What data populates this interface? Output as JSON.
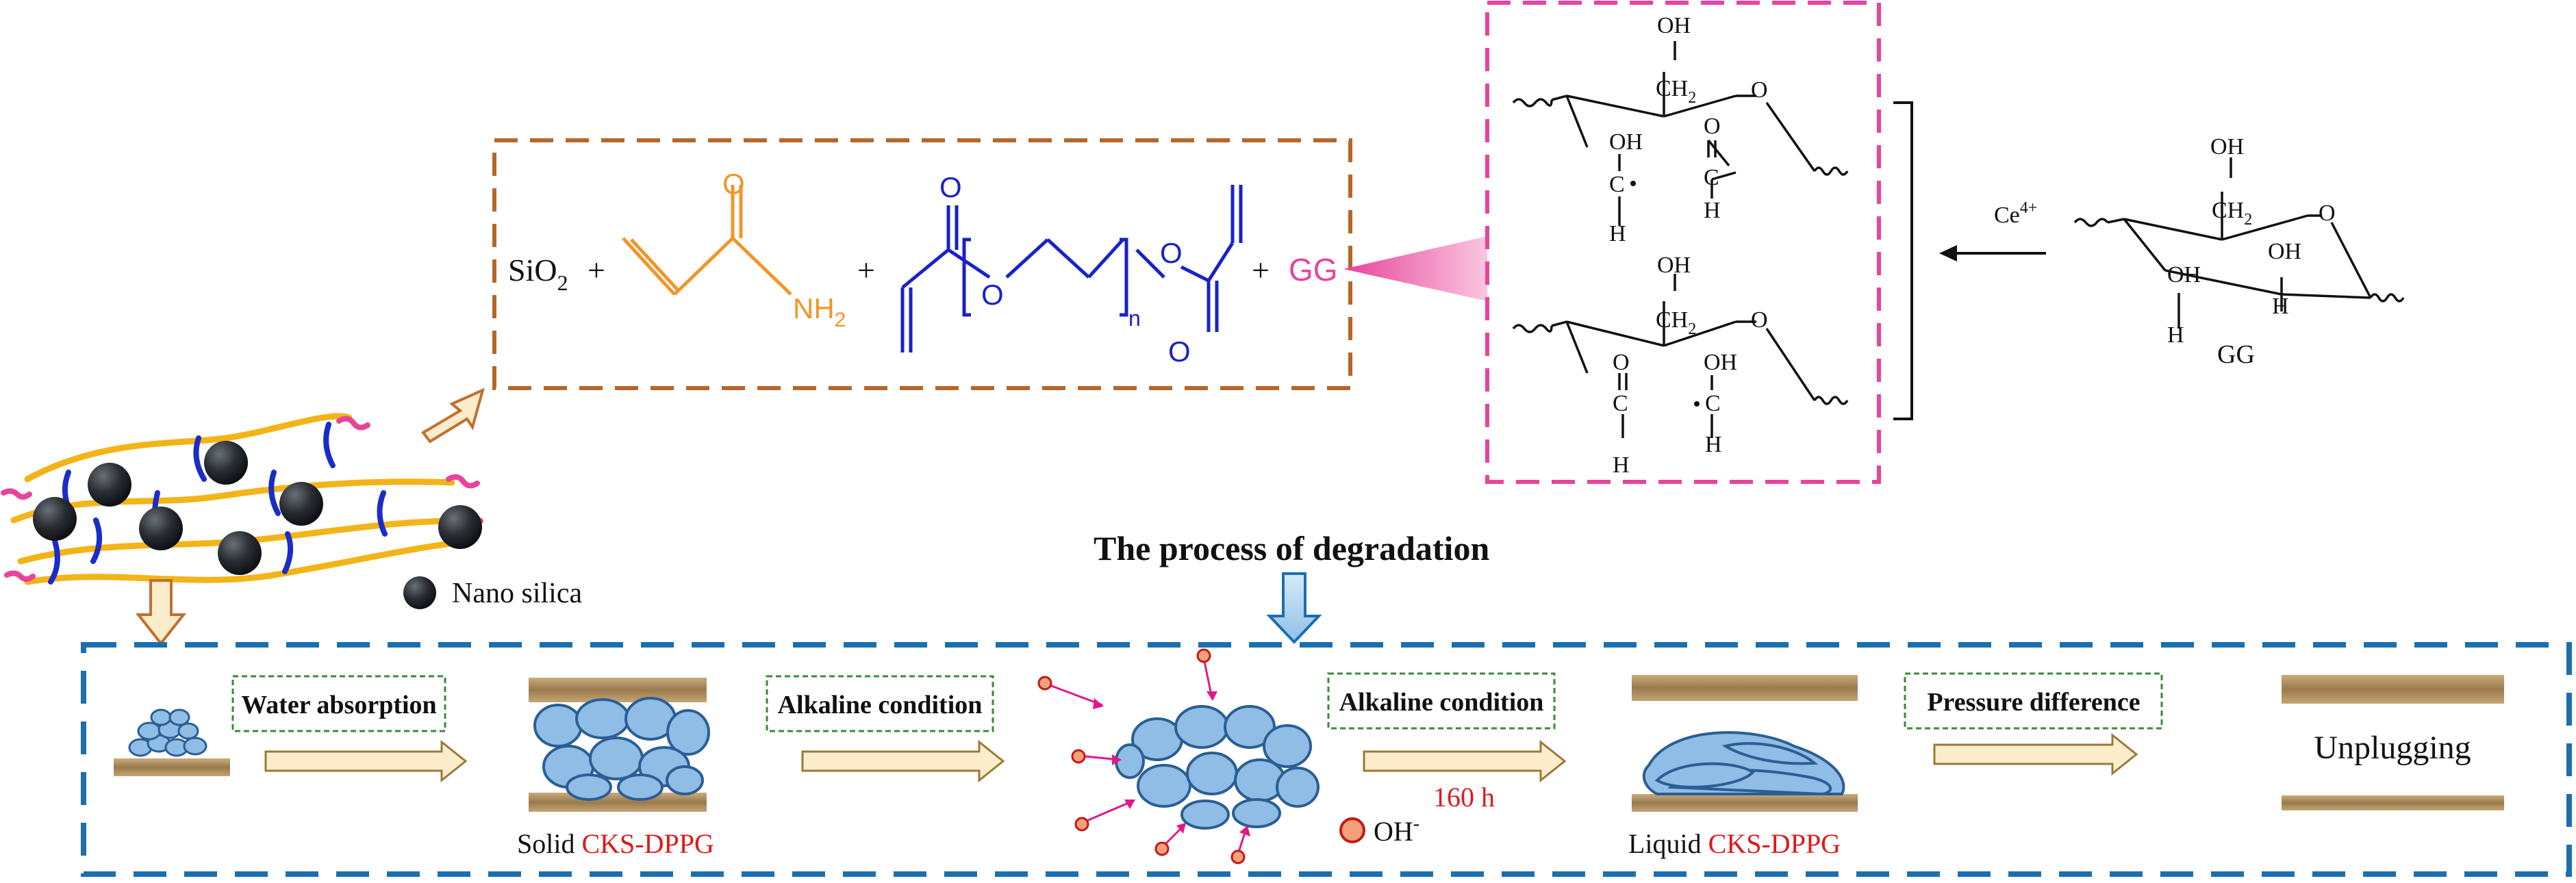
{
  "colors": {
    "brown_box": "#b5672a",
    "pink": "#e8449a",
    "blue_box": "#1b6fb0",
    "amide_orange": "#f0962a",
    "peg_blue": "#1a22c8",
    "strand_yellow": "#f2b417",
    "crosslink_blue": "#1a2dc8",
    "particle_fill": "#8fbde6",
    "particle_stroke": "#2b5e94",
    "green_label_border": "#3a8a3a",
    "red": "#e0181a",
    "silica": "#22262c",
    "rock": "#a88a5e",
    "arrow_fill": "#fdeccb",
    "arrow_stroke": "#9a7a3a"
  },
  "reaction": {
    "sio2": "SiO",
    "sio2_sub": "2",
    "plus": "+",
    "amide_o": "O",
    "amide_nh": "NH",
    "amide_sub": "2",
    "peg_o1": "O",
    "peg_o2": "O",
    "peg_o3": "O",
    "peg_o4": "O",
    "peg_n": "n",
    "gg": "GG"
  },
  "gg_structure": {
    "oh_top": "OH",
    "ch2": "CH",
    "ch2_sub": "2",
    "ring_o": "O",
    "oh_left": "OH",
    "oh_right": "OH",
    "h_left": "H",
    "h_right": "H",
    "name": "GG",
    "ce": "Ce",
    "ce_sup": "4+"
  },
  "radicals": {
    "oh": "OH",
    "ch2": "CH",
    "ch2_sub": "2",
    "o": "O",
    "c": "C",
    "h": "H"
  },
  "legend": {
    "nano_silica": "Nano silica"
  },
  "process": {
    "title": "The process of degradation",
    "step1": "Water absorption",
    "step2": "Alkaline condition",
    "step3": "Alkaline condition",
    "step4": "Pressure difference",
    "time": "160 h",
    "solid_prefix": "Solid ",
    "solid_name": "CKS-DPPG",
    "liquid_prefix": "Liquid ",
    "liquid_name": "CKS-DPPG",
    "oh_label": "OH",
    "oh_sup": "-",
    "unplugging": "Unplugging"
  }
}
